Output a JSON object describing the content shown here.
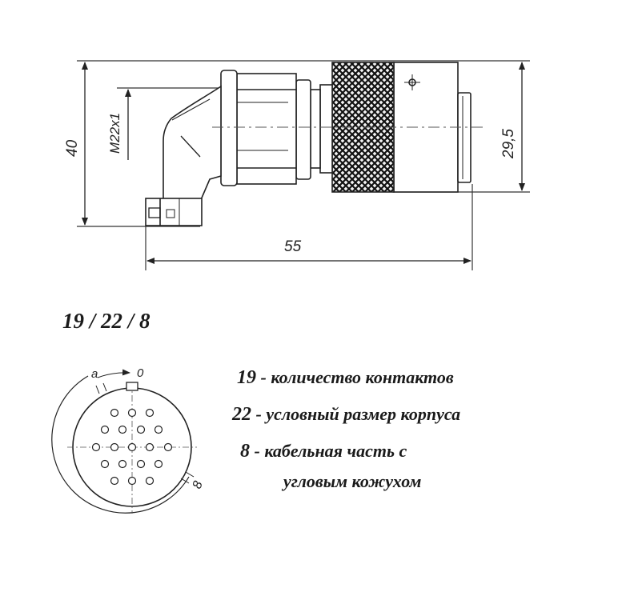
{
  "drawing": {
    "dim_overall_height": "40",
    "dim_thread": "M22x1",
    "dim_body_height": "29,5",
    "dim_length": "55"
  },
  "code": "19 / 22 / 8",
  "pin_view": {
    "label_a": "a",
    "label_zero": "0",
    "label_b": "8"
  },
  "legend": [
    {
      "num": "19",
      "text": " - количество контактов"
    },
    {
      "num": "22",
      "text": " - условный размер корпуса"
    },
    {
      "num": "8",
      "text": " - кабельная часть с"
    },
    {
      "num": "",
      "text": "угловым кожухом"
    }
  ]
}
